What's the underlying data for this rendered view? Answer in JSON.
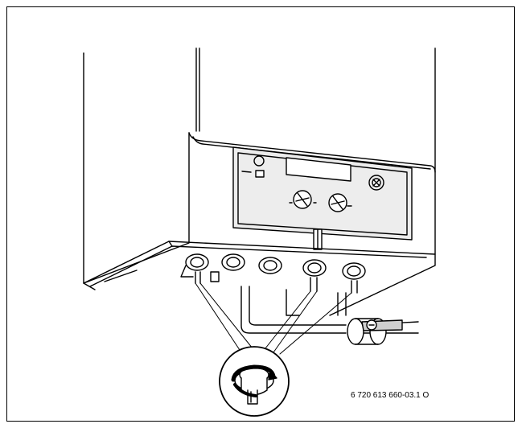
{
  "figure": {
    "code": "6 720 613 660-03.1 O",
    "description_icons": [
      "boiler-unit",
      "control-panel",
      "service-valve",
      "rotate-arrow-icon",
      "valve-spindle"
    ]
  },
  "colors": {
    "line": "#000000",
    "panel_fill": "#e6e6e6",
    "shade": "#9a9a9a",
    "background": "#ffffff"
  }
}
